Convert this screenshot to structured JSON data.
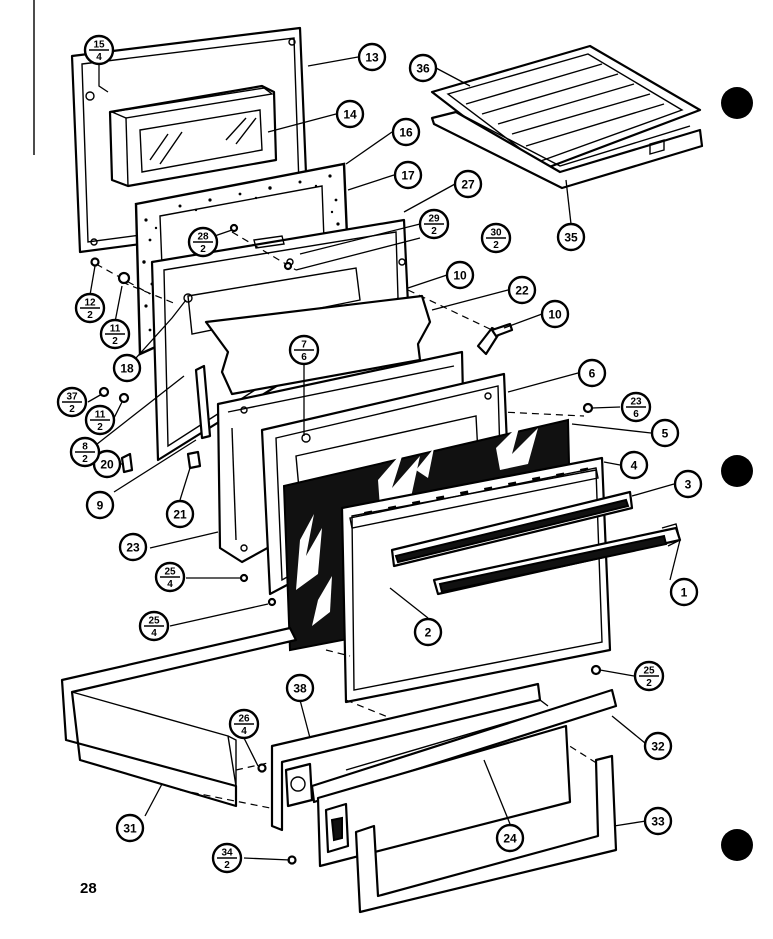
{
  "page_number": "28",
  "callouts": [
    {
      "label": "13"
    },
    {
      "label": "14"
    },
    {
      "label": "16"
    },
    {
      "label": "17"
    },
    {
      "label": "27"
    },
    {
      "label": "36"
    },
    {
      "label": "35"
    },
    {
      "label": "10"
    },
    {
      "label": "22"
    },
    {
      "label": "10"
    },
    {
      "label": "6"
    },
    {
      "label": "5"
    },
    {
      "label": "4"
    },
    {
      "label": "3"
    },
    {
      "label": "1"
    },
    {
      "label": "2"
    },
    {
      "label": "18"
    },
    {
      "label": "20"
    },
    {
      "label": "9"
    },
    {
      "label": "21"
    },
    {
      "label": "23"
    },
    {
      "label": "38"
    },
    {
      "label": "32"
    },
    {
      "label": "33"
    },
    {
      "label": "24"
    },
    {
      "label": "31"
    }
  ],
  "fraction_callouts": [
    {
      "top": "15",
      "bottom": "4"
    },
    {
      "top": "28",
      "bottom": "2"
    },
    {
      "top": "29",
      "bottom": "2"
    },
    {
      "top": "30",
      "bottom": "2"
    },
    {
      "top": "12",
      "bottom": "2"
    },
    {
      "top": "11",
      "bottom": "2"
    },
    {
      "top": "7",
      "bottom": "6"
    },
    {
      "top": "37",
      "bottom": "2"
    },
    {
      "top": "11",
      "bottom": "2"
    },
    {
      "top": "8",
      "bottom": "2"
    },
    {
      "top": "23",
      "bottom": "6"
    },
    {
      "top": "25",
      "bottom": "4"
    },
    {
      "top": "25",
      "bottom": "4"
    },
    {
      "top": "25",
      "bottom": "2"
    },
    {
      "top": "26",
      "bottom": "4"
    },
    {
      "top": "34",
      "bottom": "2"
    }
  ]
}
